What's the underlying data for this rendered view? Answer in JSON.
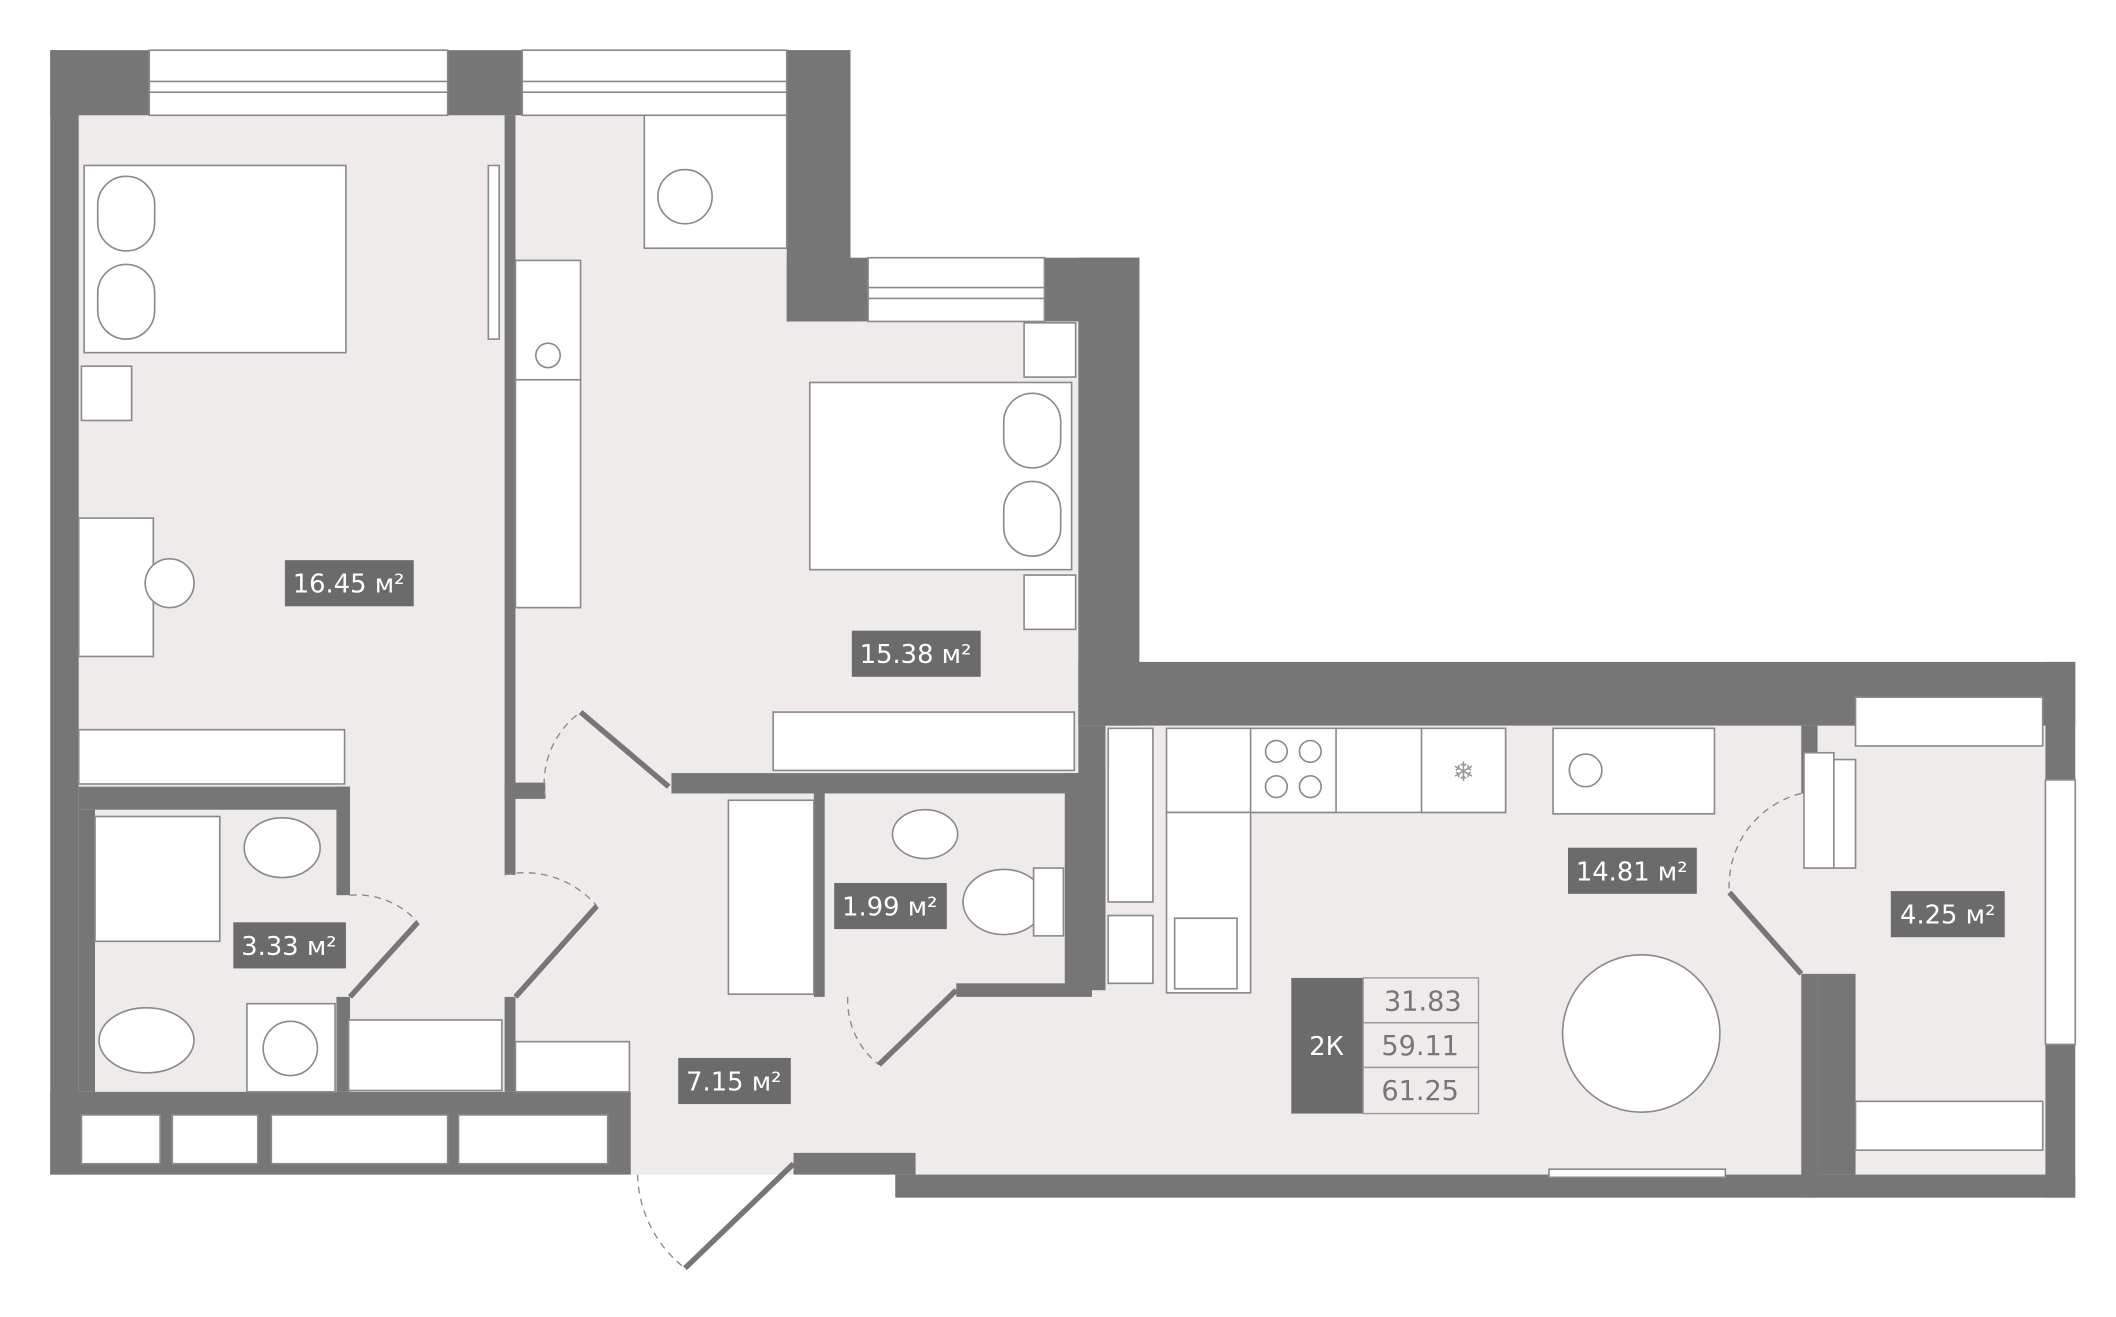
{
  "plan": {
    "unit": "м²",
    "rooms": [
      {
        "name": "bedroom-1",
        "area": "16.45"
      },
      {
        "name": "bedroom-2",
        "area": "15.38"
      },
      {
        "name": "bathroom",
        "area": "3.33"
      },
      {
        "name": "toilet",
        "area": "1.99"
      },
      {
        "name": "hallway",
        "area": "7.15"
      },
      {
        "name": "kitchen-living",
        "area": "14.81"
      },
      {
        "name": "balcony",
        "area": "4.25"
      }
    ],
    "summary": {
      "type": "2К",
      "living_area": "31.83",
      "total_area": "59.11",
      "total_with_balcony": "61.25"
    }
  },
  "colors": {
    "wall": "#767676",
    "floor": "#eeebea",
    "label": "#6b6b6b"
  }
}
